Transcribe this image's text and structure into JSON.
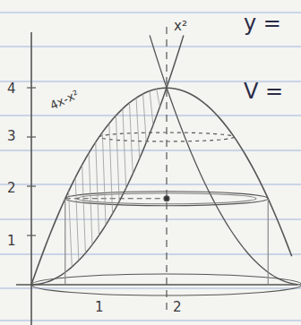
{
  "diagram": {
    "labels": [
      "y =",
      "V =",
      "4",
      "3",
      "2",
      "1",
      "x²",
      "4x-x²",
      "1",
      "2"
    ]
  }
}
